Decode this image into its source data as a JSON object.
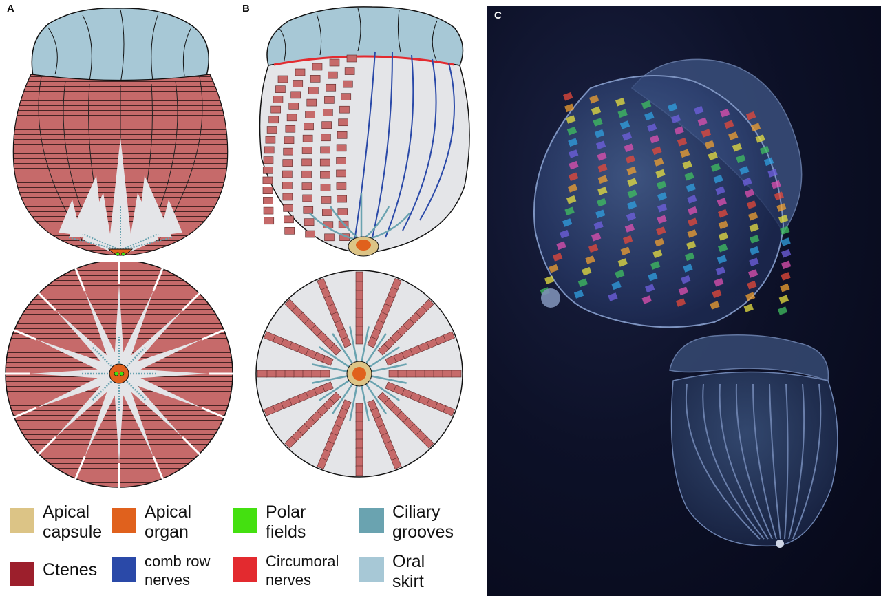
{
  "panels": {
    "a": "A",
    "b": "B",
    "c": "C"
  },
  "colors": {
    "apical_capsule": "#dcc486",
    "apical_organ": "#e0611d",
    "polar_fields": "#44e010",
    "ciliary_grooves": "#6aa3b0",
    "ctenes": "#9c1f2c",
    "comb_row_nerves": "#2a49a8",
    "circumoral_nerves": "#e32a2f",
    "oral_skirt": "#a7c8d6",
    "ctene_fill": "#c66a6a",
    "body_fill": "#e4e5e8"
  },
  "legend": [
    {
      "lines": [
        "Apical",
        "capsule"
      ],
      "color_key": "apical_capsule"
    },
    {
      "lines": [
        "Apical",
        "organ"
      ],
      "color_key": "apical_organ"
    },
    {
      "lines": [
        "Polar",
        " fields"
      ],
      "color_key": "polar_fields"
    },
    {
      "lines": [
        "Ciliary",
        "grooves"
      ],
      "color_key": "ciliary_grooves"
    },
    {
      "lines": [
        "Ctenes"
      ],
      "color_key": "ctenes"
    },
    {
      "lines": [
        "comb row",
        "nerves"
      ],
      "color_key": "comb_row_nerves"
    },
    {
      "lines": [
        "Circumoral",
        "nerves"
      ],
      "color_key": "circumoral_nerves"
    },
    {
      "lines": [
        "Oral",
        "skirt"
      ],
      "color_key": "oral_skirt"
    }
  ]
}
